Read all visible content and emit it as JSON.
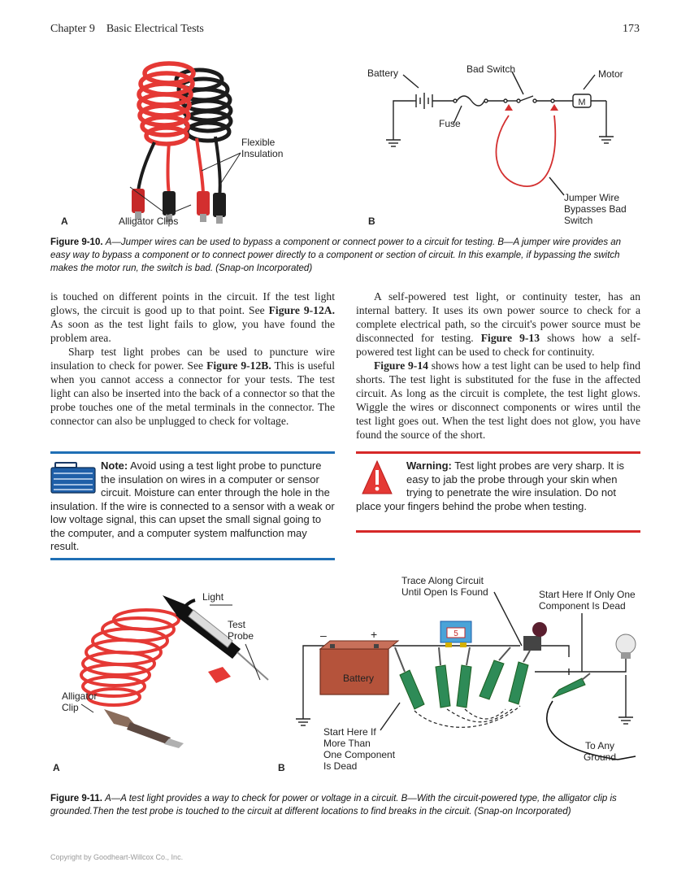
{
  "header": {
    "chapter": "Chapter 9",
    "chapter_title": "Basic Electrical Tests",
    "page_number": "173"
  },
  "fig10": {
    "panel_a": "A",
    "panel_b": "B",
    "label_flexible_line1": "Flexible",
    "label_flexible_line2": "Insulation",
    "label_alligator": "Alligator Clips",
    "label_battery": "Battery",
    "label_bad_switch": "Bad Switch",
    "label_motor": "Motor",
    "label_fuse": "Fuse",
    "motor_symbol": "M",
    "label_jumper_line1": "Jumper Wire",
    "label_jumper_line2": "Bypasses Bad",
    "label_jumper_line3": "Switch",
    "caption_ref": "Figure 9-10.",
    "caption_text": "A—Jumper wires can be used to bypass a component or connect power to a circuit for testing. B—A jumper wire provides an easy way to bypass a component or to connect power directly to a component or section of circuit. In this example, if bypassing the switch makes the motor run, the switch is bad. (Snap-on Incorporated)"
  },
  "left_col": {
    "p1_text": "is touched on different points in the circuit. If the test light glows, the circuit is good up to that point. See",
    "p1_ref": "Figure 9-12A.",
    "p1_tail": "As soon as the test light fails to glow, you have found the problem area.",
    "p2_text": "Sharp test light probes can be used to puncture wire insulation to check for power. See",
    "p2_ref": "Figure 9-12B.",
    "p2_tail": "This is useful when you cannot access a connector for your tests. The test light can also be inserted into the back of a connector so that the probe touches one of the metal terminals in the connector. The connector can also be unplugged to check for voltage."
  },
  "right_col": {
    "p1_text": "A self-powered test light, or continuity tester, has an internal battery. It uses its own power source to check for a complete electrical path, so the circuit's power source must be disconnected for testing.",
    "p1_ref": "Figure 9-13",
    "p1_tail": "shows how a self-powered test light can be used to check for continuity.",
    "p2_ref": "Figure 9-14",
    "p2_tail": "shows how a test light can be used to help find shorts. The test light is substituted for the fuse in the affected circuit. As long as the circuit is complete, the test light glows. Wiggle the wires or disconnect components or wires until the test light goes out. When the test light does not glow, you have found the source of the short."
  },
  "note": {
    "title": "Note:",
    "text": "Avoid using a test light probe to puncture the insulation on wires in a computer or sensor circuit. Moisture can enter through the hole in the insulation. If the wire is connected to a sensor with a weak or low voltage signal, this can upset the small signal going to the computer, and a computer system malfunction may result.",
    "accent": "#1f6fb5"
  },
  "warning": {
    "title": "Warning:",
    "text": "Test light probes are very sharp. It is easy to jab the probe through your skin when trying to penetrate the wire insulation. Do not place your fingers behind the probe when testing.",
    "accent": "#d62828"
  },
  "fig11": {
    "panel_a": "A",
    "panel_b": "B",
    "label_light": "Light",
    "label_test_line1": "Test",
    "label_test_line2": "Probe",
    "label_alligator_line1": "Alligator",
    "label_alligator_line2": "Clip",
    "label_trace_line1": "Trace Along Circuit",
    "label_trace_line2": "Until Open Is Found",
    "label_start_one_line1": "Start Here If Only One",
    "label_start_one_line2": "Component Is Dead",
    "label_minus": "–",
    "label_plus": "+",
    "label_battery": "Battery",
    "label_start_more_line1": "Start Here If",
    "label_start_more_line2": "More Than",
    "label_start_more_line3": "One Component",
    "label_start_more_line4": "Is Dead",
    "label_ground_line1": "To Any",
    "label_ground_line2": "Ground",
    "fuse_text": "5",
    "caption_ref": "Figure 9-11.",
    "caption_text": "A—A test light provides a way to check for power or voltage in a circuit. B—With the circuit-powered type, the alligator clip is grounded.Then the test probe is touched to the circuit at different locations to find breaks in the circuit. (Snap-on Incorporated)"
  },
  "footer": {
    "copyright": "Copyright by Goodheart-Willcox Co., Inc."
  }
}
